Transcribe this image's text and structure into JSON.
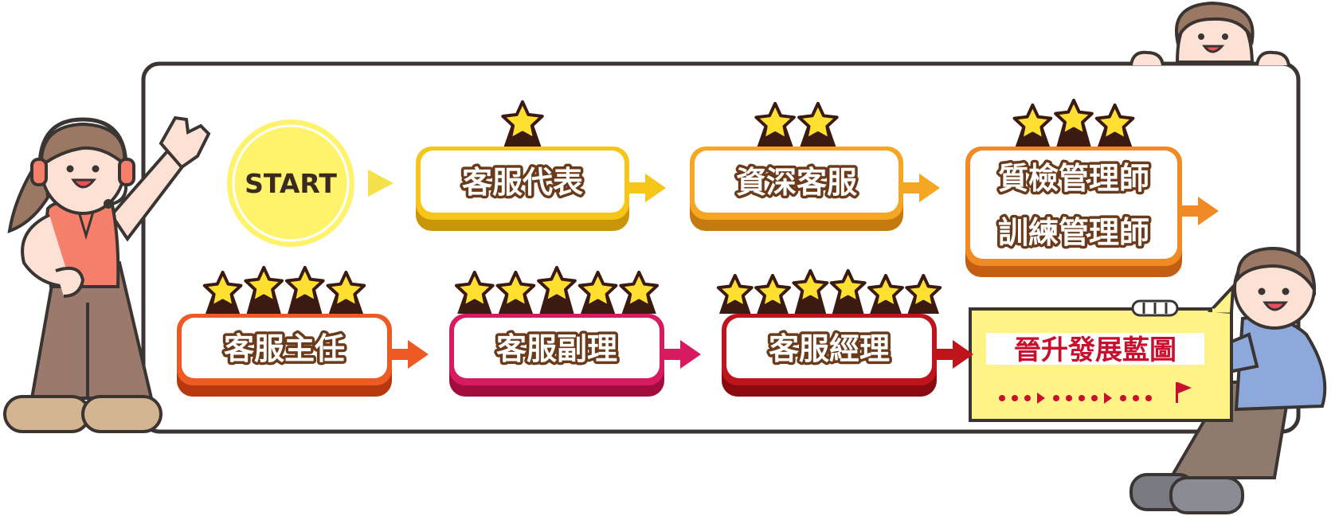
{
  "start_label": "START",
  "legend_title": "晉升發展藍圖",
  "steps": [
    {
      "label": "客服代表",
      "stars": 1,
      "color": "#F5C518",
      "shadow": "#C9960A"
    },
    {
      "label": "資深客服",
      "stars": 2,
      "color": "#F5A623",
      "shadow": "#C47A10"
    },
    {
      "lines": [
        "質檢管理師",
        "訓練管理師"
      ],
      "stars": 3,
      "color": "#F08A24",
      "shadow": "#C45E12"
    },
    {
      "label": "客服主任",
      "stars": 4,
      "color": "#EE5A24",
      "shadow": "#B8380E"
    },
    {
      "label": "客服副理",
      "stars": 5,
      "color": "#D81B60",
      "shadow": "#A10E3E"
    },
    {
      "label": "客服經理",
      "stars": 6,
      "color": "#C0141C",
      "shadow": "#8A0A0F"
    }
  ],
  "colors": {
    "outline": "#3A3533",
    "star_fill": "#FFE031",
    "star_base": "#3B1A12",
    "start_circle": "#FFF36B",
    "legend_bg": "#FFF387",
    "legend_text": "#C8102E",
    "text_outline": "#6B3A1A"
  }
}
